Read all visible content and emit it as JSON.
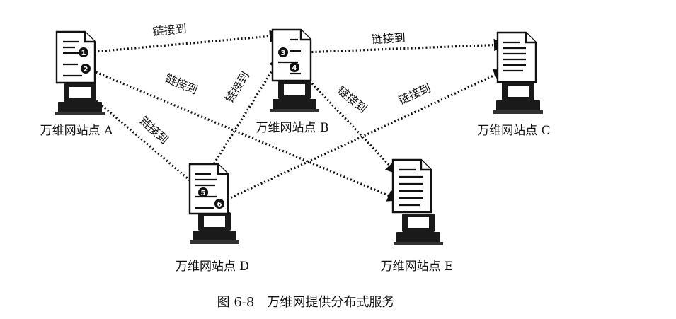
{
  "figure": {
    "caption": "图 6-8　万维网提供分布式服务"
  },
  "sites": [
    {
      "id": "A",
      "label": "万维网站点 A"
    },
    {
      "id": "B",
      "label": "万维网站点 B"
    },
    {
      "id": "C",
      "label": "万维网站点 C"
    },
    {
      "id": "D",
      "label": "万维网站点 D"
    },
    {
      "id": "E",
      "label": "万维网站点 E"
    }
  ],
  "hyperlinks": [
    {
      "number": "1",
      "from": "A",
      "to": "B",
      "label": "链接到"
    },
    {
      "number": "2",
      "from": "A",
      "to": "E",
      "label": "链接到"
    },
    {
      "number": "3",
      "from": "B",
      "to": "C",
      "label": "链接到"
    },
    {
      "number": "4",
      "from": "B",
      "to": "E",
      "label": "链接到"
    },
    {
      "number": "5",
      "from": "D",
      "to": "A",
      "label": "链接到"
    },
    {
      "number": "6",
      "from": "D",
      "to": "C",
      "label": "链接到"
    },
    {
      "number": "",
      "from": "D",
      "to": "B",
      "label": "链接到"
    }
  ],
  "colors": {
    "ink": "#111111",
    "background": "#ffffff"
  }
}
